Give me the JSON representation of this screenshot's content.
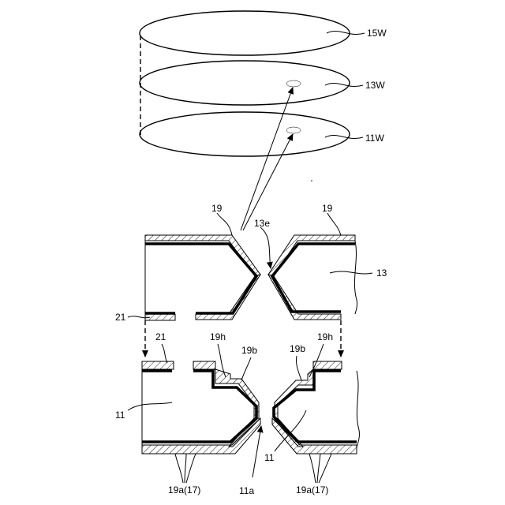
{
  "labels": {
    "wafer_top": "15W",
    "wafer_middle": "13W",
    "wafer_bottom": "11W",
    "layer_left": "19",
    "layer_right": "19",
    "notch_upper": "13e",
    "chip_upper": "13",
    "pad_left_upper": "21",
    "pad_left_lower": "21",
    "hole_left": "19h",
    "hole_right": "19h",
    "bevel_left": "19b",
    "bevel_right": "19b",
    "chip_lower_left": "11",
    "chip_lower_right": "11",
    "bottom_layer_left": "19a(17)",
    "bottom_layer_right": "19a(17)",
    "notch_lower": "11a"
  }
}
